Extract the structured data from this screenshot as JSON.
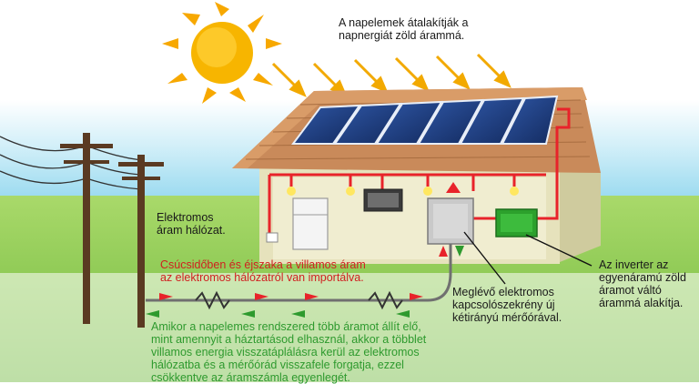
{
  "labels": {
    "sun_caption": "A napelemek átalakítják a\nnapnergiát zöld árammá.",
    "grid_label": "Elektromos\náram hálózat.",
    "import_note": "Csúcsidőben és éjszaka a villamos áram\naz elektromos hálózatról van importálva.",
    "export_note": "Amikor a napelemes rendszered több áramot állít elő,\nmint amennyit a háztartásod elhasznál, akkor a többlet\nvillamos energia visszatáplálásra kerül az elektromos\nhálózatba és a mérőórád visszafele forgatja, ezzel\ncsökkentve az áramszámla egyenlegét.",
    "meter_note": "Meglévő elektromos\nkapcsolószekrény új\nkétirányú mérőórával.",
    "inverter_note": "Az inverter az\negyenáramú zöld\náramot váltó\nárammá alakítja."
  },
  "colors": {
    "sky": "#8fd6ee",
    "grass": "#7ec24a",
    "sun": "#f7b500",
    "roof": "#c98a5a",
    "wall": "#e6e2bc",
    "panel": "#1c3a7a",
    "wire_red": "#e8232a",
    "wire_gray": "#707070",
    "inverter": "#2ca02c",
    "text_red": "#d02020",
    "text_green": "#2e9a2e"
  },
  "icons": [
    "sun-icon",
    "solar-panel-icon",
    "utility-pole-icon",
    "resistor-icon",
    "lightbulb-icon",
    "fridge-icon",
    "tv-icon",
    "meter-box-icon",
    "inverter-icon"
  ]
}
